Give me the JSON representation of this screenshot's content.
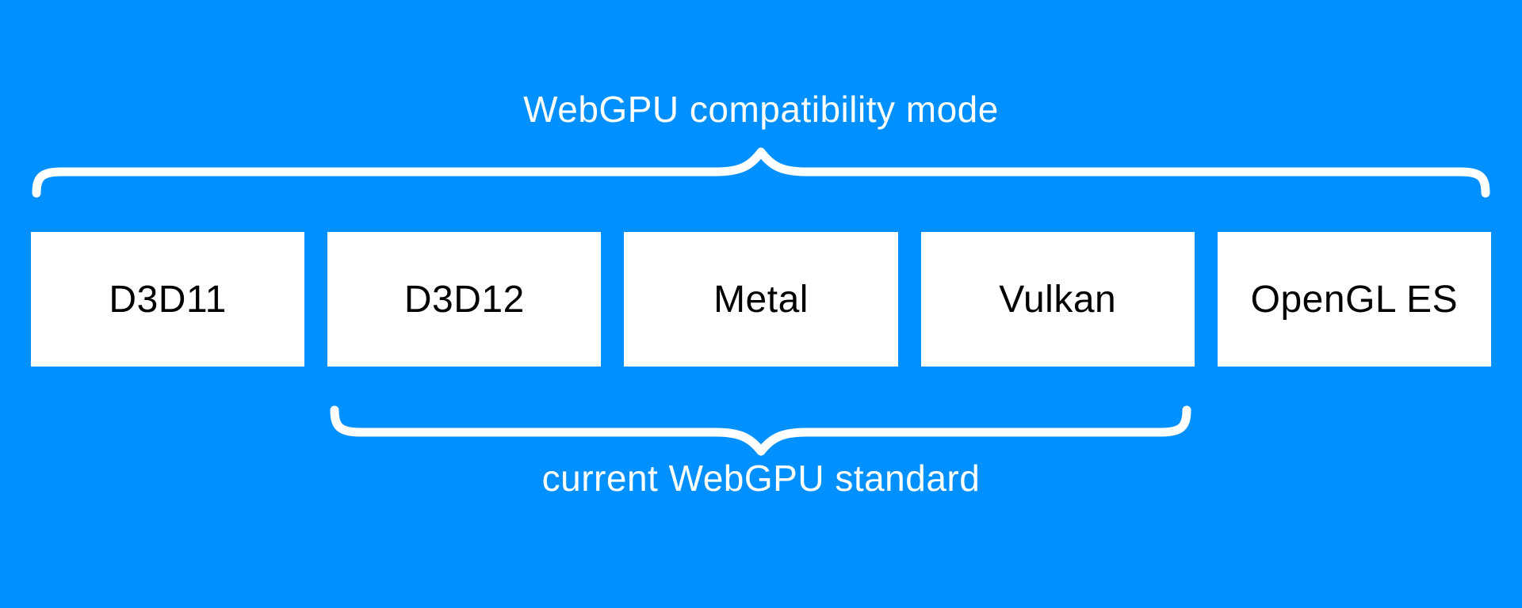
{
  "colors": {
    "background": "#0190ff",
    "surface": "#ffffff",
    "box-text": "#000000",
    "caption-text": "#ffffff",
    "brace": "#ffffff"
  },
  "captions": {
    "top": "WebGPU compatibility mode",
    "bottom": "current WebGPU standard"
  },
  "boxes": [
    {
      "label": "D3D11"
    },
    {
      "label": "D3D12"
    },
    {
      "label": "Metal"
    },
    {
      "label": "Vulkan"
    },
    {
      "label": "OpenGL ES"
    }
  ],
  "groups": {
    "top_brace_spans": [
      "D3D11",
      "D3D12",
      "Metal",
      "Vulkan",
      "OpenGL ES"
    ],
    "bottom_brace_spans": [
      "D3D12",
      "Metal",
      "Vulkan"
    ]
  }
}
